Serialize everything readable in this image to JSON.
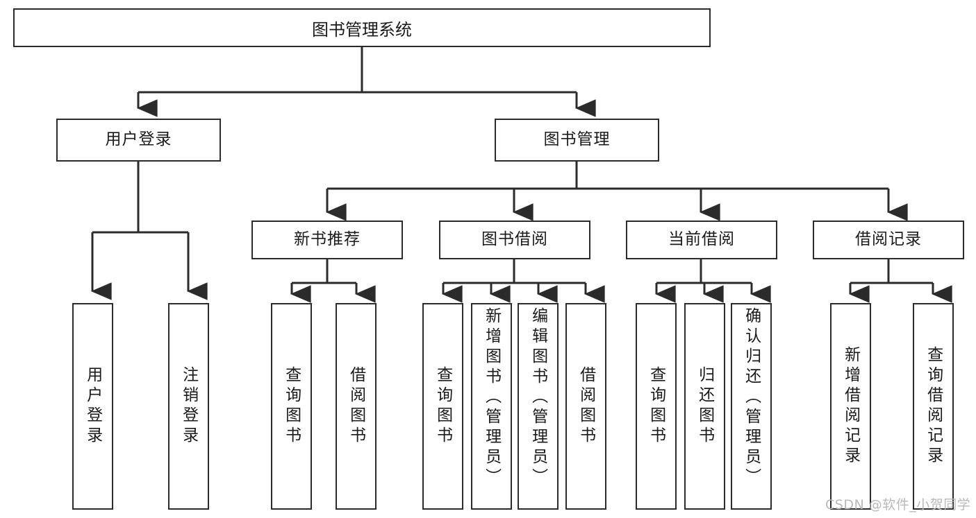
{
  "diagram": {
    "type": "tree",
    "title": "图书管理系统",
    "root": {
      "label": "图书管理系统"
    },
    "level2": [
      {
        "label": "用户登录"
      },
      {
        "label": "图书管理"
      }
    ],
    "level3": [
      {
        "label": "新书推荐"
      },
      {
        "label": "图书借阅"
      },
      {
        "label": "当前借阅"
      },
      {
        "label": "借阅记录"
      }
    ],
    "leaves": {
      "user_login": [
        {
          "label": "用户登录"
        },
        {
          "label": "注销登录"
        }
      ],
      "new_book_recommend": [
        {
          "label": "查询图书"
        },
        {
          "label": "借阅图书"
        }
      ],
      "book_borrow": [
        {
          "label": "查询图书"
        },
        {
          "label": "新增图书（管理员）"
        },
        {
          "label": "编辑图书（管理员）"
        },
        {
          "label": "借阅图书"
        }
      ],
      "current_borrow": [
        {
          "label": "查询图书"
        },
        {
          "label": "归还图书"
        },
        {
          "label": "确认归还（管理员）"
        }
      ],
      "borrow_record": [
        {
          "label": "新增借阅记录"
        },
        {
          "label": "查询借阅记录"
        }
      ]
    }
  },
  "watermark": {
    "text": "CSDN @软件_小贺同学"
  },
  "colors": {
    "background": "#ffffff",
    "box_border": "#2b2b2b",
    "text": "#1a1a1a",
    "connector": "#2b2b2b",
    "watermark": "#b9b9b9"
  }
}
